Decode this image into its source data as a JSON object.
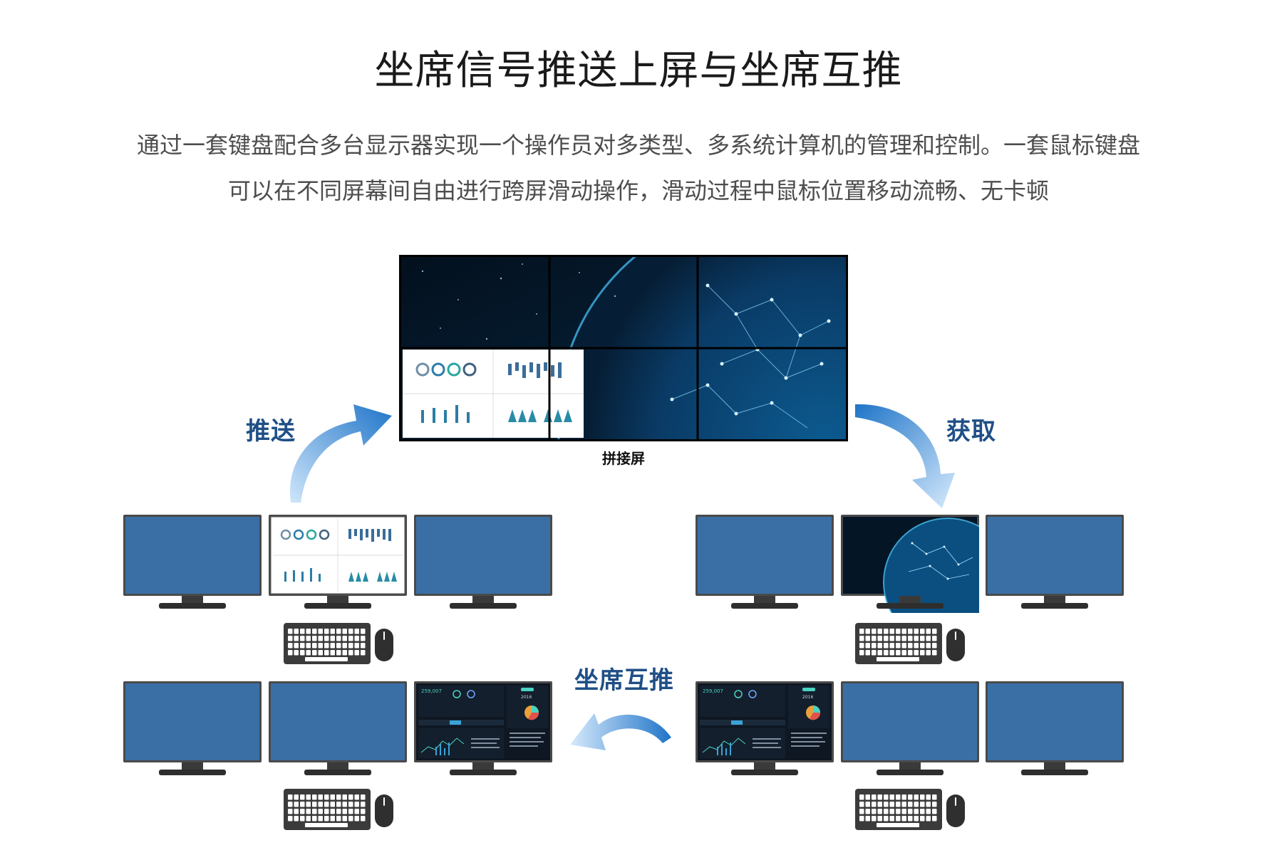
{
  "header": {
    "title": "坐席信号推送上屏与坐席互推",
    "description_line1": "通过一套键盘配合多台显示器实现一个操作员对多类型、多系统计算机的管理和控制。一套鼠标键盘",
    "description_line2": "可以在不同屏幕间自由进行跨屏滑动操作，滑动过程中鼠标位置移动流畅、无卡顿"
  },
  "wall": {
    "label": "拼接屏",
    "rows": 2,
    "cols": 3
  },
  "actions": {
    "push": "推送",
    "fetch": "获取",
    "seat_push": "坐席互推"
  },
  "seats": [
    {
      "name": "top-left-seat",
      "screens": [
        "blank",
        "charts",
        "blank"
      ]
    },
    {
      "name": "top-right-seat",
      "screens": [
        "blank",
        "globe",
        "blank"
      ]
    },
    {
      "name": "bottom-left-seat",
      "screens": [
        "blank",
        "blank",
        "dashboard"
      ]
    },
    {
      "name": "bottom-right-seat",
      "screens": [
        "dashboard",
        "blank",
        "blank"
      ]
    }
  ],
  "dashboard": {
    "big_number": "259,007",
    "year": "2016"
  },
  "colors": {
    "monitor_blue": "#3a6fa6",
    "monitor_frame": "#4a4a4a",
    "arrow_blue": "#2f7fd3",
    "label_blue": "#1f4f86",
    "space_dark": "#041526"
  }
}
